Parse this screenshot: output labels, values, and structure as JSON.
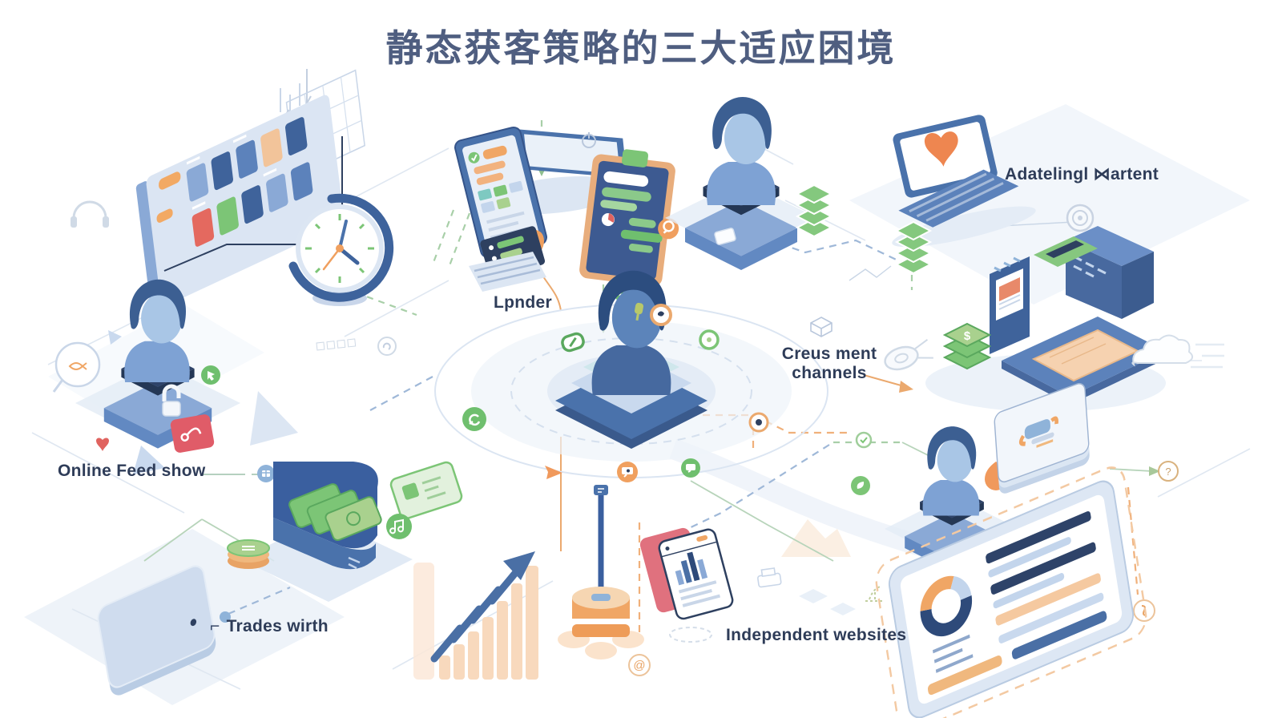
{
  "title": "静态获客策略的三大适应困境",
  "labels": {
    "adateling": "Adatelingl ⋈artent",
    "online_feed": "Online Feed show",
    "trades": "Trades wirth",
    "lpnder": "Lpnder",
    "creus_line1": "Creus ment",
    "creus_line2": "channels",
    "independent": "Independent websites"
  },
  "icon_glyphs": {
    "bracket": "⌐",
    "at": "@",
    "dollar": "$",
    "question": "?"
  },
  "colors": {
    "title_text": "#4f5e80",
    "label_text": "#2e3c58",
    "navy": "#2e4369",
    "blue": "#4a72ab",
    "blue_light": "#8aa9d6",
    "green": "#7cc576",
    "orange": "#f0a05f",
    "peach": "#f8d9bd",
    "red": "#e0635f",
    "pink": "#e0717e"
  }
}
